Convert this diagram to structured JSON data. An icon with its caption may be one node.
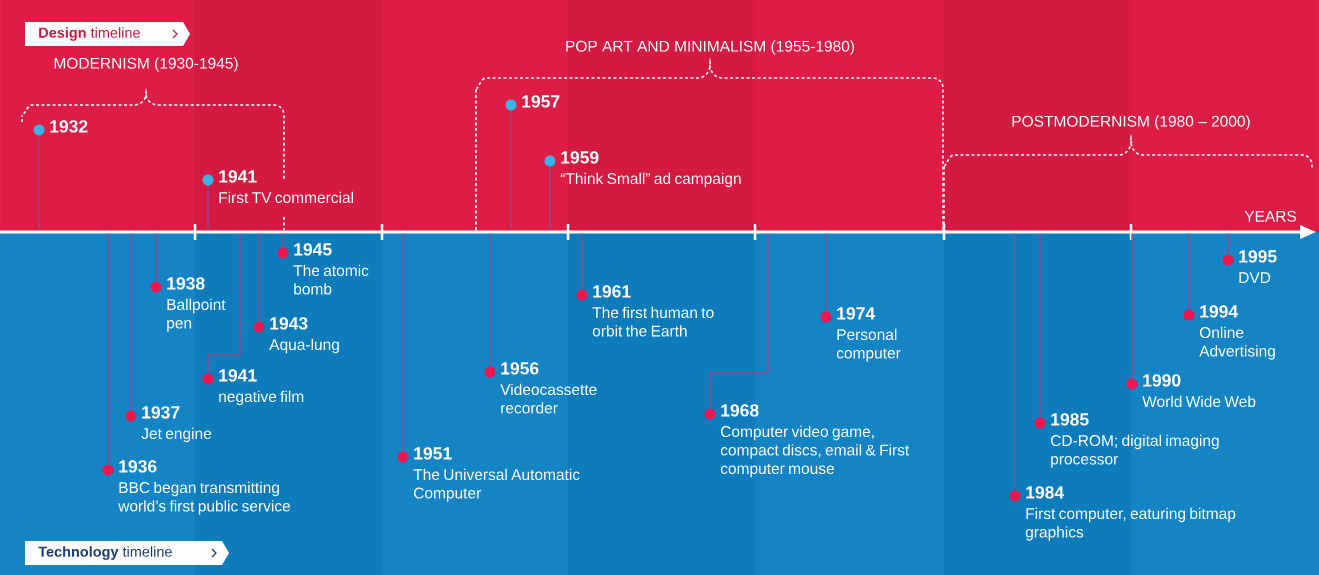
{
  "diagram": {
    "nodes": [
      {
        "text": [
          "**Design** timeline"
        ]
      },
      {
        "text": [
          "**Technology** timeline"
        ]
      },
      {
        "text": [
          "1932"
        ]
      },
      {
        "text": [
          "1941",
          "First TV commercial"
        ]
      },
      {
        "text": [
          "1957"
        ]
      },
      {
        "text": [
          "1959",
          "“Think Small” ad campaign"
        ]
      },
      {
        "text": [
          "1945",
          "The atomic bomb"
        ]
      },
      {
        "text": [
          "1938",
          "Ballpoint pen"
        ]
      },
      {
        "text": [
          "1943",
          "Aqua-lung"
        ]
      },
      {
        "text": [
          "1941",
          "negative film"
        ]
      },
      {
        "text": [
          "1937",
          "Jet engine"
        ]
      },
      {
        "text": [
          "1936",
          "BBC began transmitting world’s first public service"
        ]
      },
      {
        "text": [
          "1951",
          "The Universal Automatic Computer"
        ]
      },
      {
        "text": [
          "1956",
          "Videocassette recorder"
        ]
      },
      {
        "text": [
          "1961",
          "The first human to orbit the Earth"
        ]
      },
      {
        "text": [
          "1968",
          "Computer video game, compact discs, email & First computer mouse"
        ]
      },
      {
        "text": [
          "1974",
          "Personal computer"
        ]
      },
      {
        "text": [
          "1984",
          "First computer, eaturing bitmap graphics"
        ]
      },
      {
        "text": [
          "1985",
          "CD-ROM; digital imaging processor"
        ]
      },
      {
        "text": [
          "1990",
          "World Wide Web"
        ]
      },
      {
        "text": [
          "1994",
          "Online Advertising"
        ]
      },
      {
        "text": [
          "1995",
          "DVD"
        ]
      },
      {
        "text": [],
        "shape": "bar",
        "beside": [
          "YEARS"
        ]
      }
    ],
    "edges": [
      {
        "from": 22,
        "to": 2,
        "arrow": "none"
      },
      {
        "from": 22,
        "to": 3,
        "arrow": "none"
      },
      {
        "from": 22,
        "to": 4,
        "arrow": "none"
      },
      {
        "from": 22,
        "to": 5,
        "arrow": "none"
      },
      {
        "from": 22,
        "to": 6,
        "arrow": "none"
      },
      {
        "from": 22,
        "to": 7,
        "arrow": "none"
      },
      {
        "from": 22,
        "to": 8,
        "arrow": "none"
      },
      {
        "from": 22,
        "to": 9,
        "arrow": "none"
      },
      {
        "from": 22,
        "to": 10,
        "arrow": "none"
      },
      {
        "from": 22,
        "to": 11,
        "arrow": "none"
      },
      {
        "from": 22,
        "to": 12,
        "arrow": "none"
      },
      {
        "from": 22,
        "to": 13,
        "arrow": "none"
      },
      {
        "from": 22,
        "to": 14,
        "arrow": "none"
      },
      {
        "from": 22,
        "to": 15,
        "arrow": "none"
      },
      {
        "from": 22,
        "to": 16,
        "arrow": "none"
      },
      {
        "from": 22,
        "to": 17,
        "arrow": "none"
      },
      {
        "from": 22,
        "to": 18,
        "arrow": "none"
      },
      {
        "from": 22,
        "to": 19,
        "arrow": "none"
      },
      {
        "from": 22,
        "to": 20,
        "arrow": "none"
      },
      {
        "from": 22,
        "to": 21,
        "arrow": "none"
      }
    ],
    "labels": [
      "MODERNISM (1930-1945)",
      "POP ART AND MINIMALISM (1955-1980)",
      "POSTMODERNISM (1980 – 2000)"
    ]
  }
}
